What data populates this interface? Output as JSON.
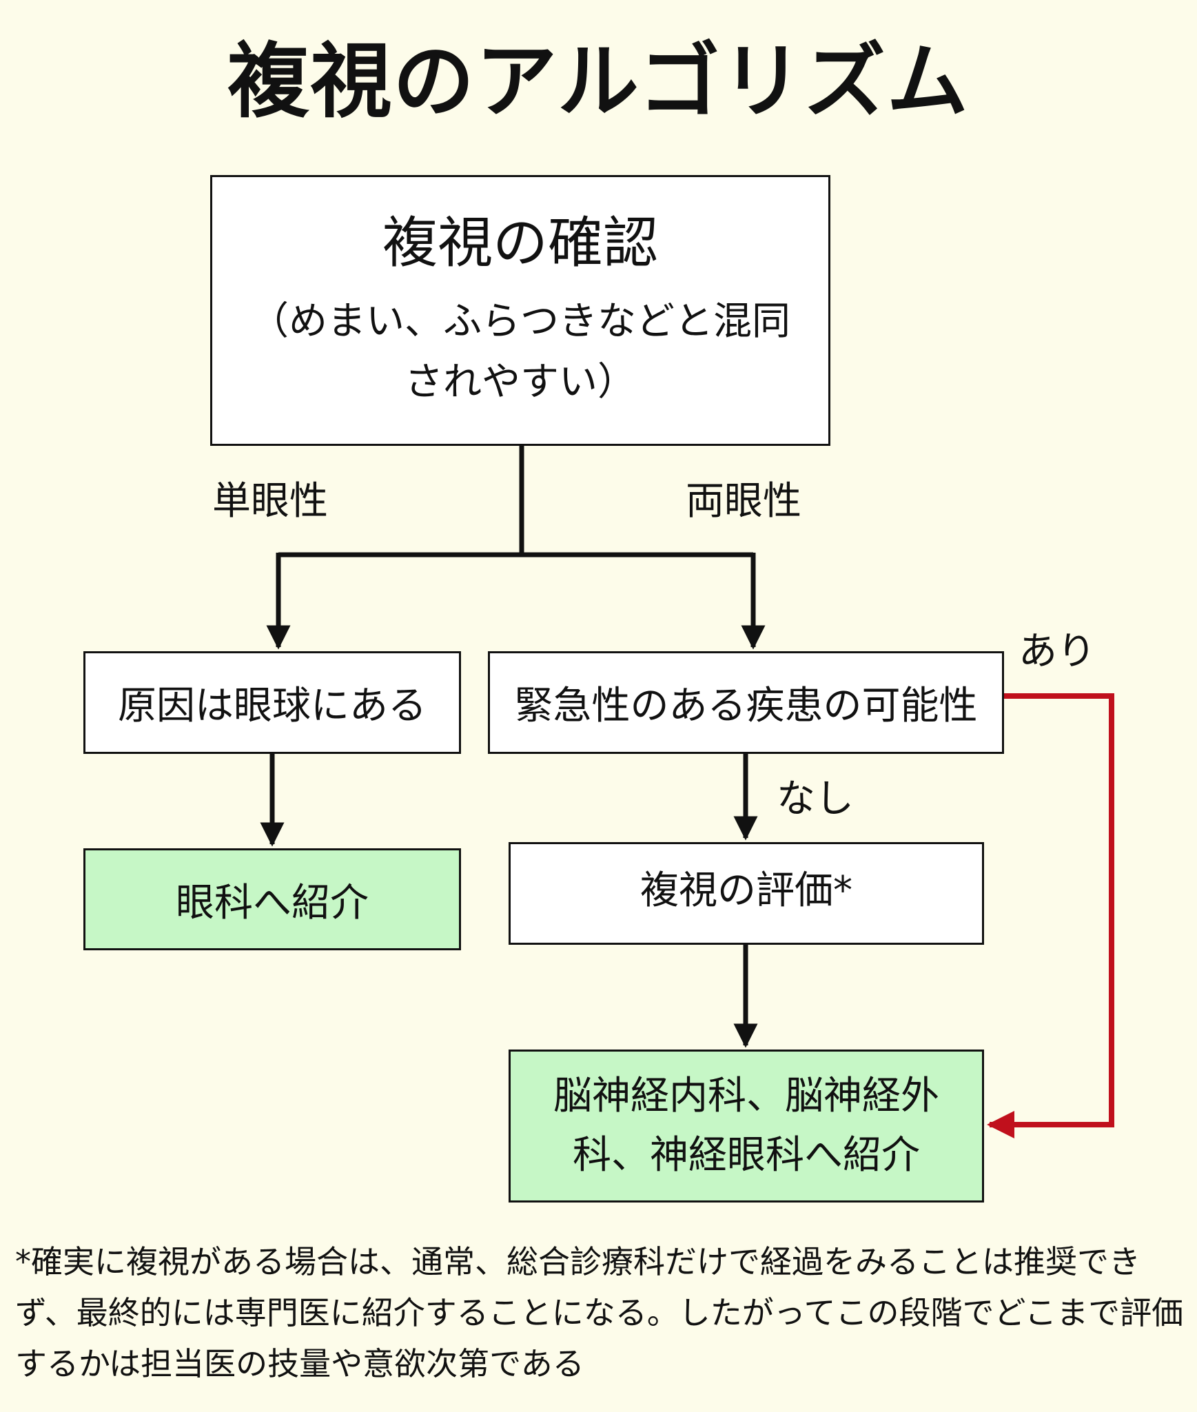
{
  "title": "複視のアルゴリズム",
  "nodes": {
    "start_title": "複視の確認",
    "start_sub": "（めまい、ふらつきなどと混同されやすい）",
    "cause": "原因は眼球にある",
    "urgent": "緊急性のある疾患の可能性",
    "eye_referral": "眼科へ紹介",
    "evaluation": "複視の評価*",
    "neuro_referral": "脳神経内科、脳神経外科、神経眼科へ紹介"
  },
  "edges": {
    "monocular": "単眼性",
    "binocular": "両眼性",
    "yes": "あり",
    "no": "なし"
  },
  "footnote": "*確実に複視がある場合は、通常、総合診療科だけで経過をみることは推奨できず、最終的には専門医に紹介することになる。したがってこの段階でどこまで評価するかは担当医の技量や意欲次第である",
  "colors": {
    "background": "#fdfcea",
    "referral_box": "#c6f7c6",
    "urgent_arrow": "#c0101c",
    "arrow": "#111111"
  }
}
